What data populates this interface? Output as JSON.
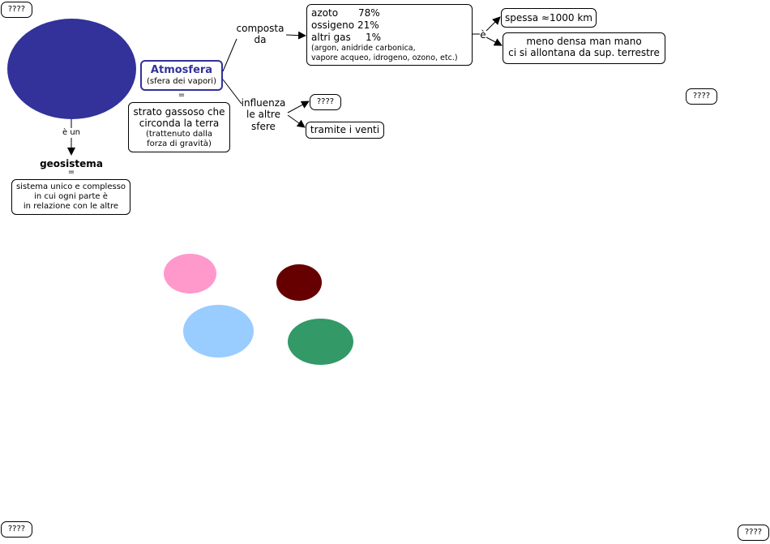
{
  "placeholders": {
    "top_left": "????",
    "right_mid": "????",
    "bottom_left": "????",
    "bottom_right": "????",
    "influence_target": "????"
  },
  "geosistema": {
    "link_label": "è un",
    "title": "geosistema",
    "equals": "=",
    "definition_lines": [
      "sistema unico e complesso",
      "in cui ogni parte è",
      "in relazione con le altre"
    ]
  },
  "atmosfera": {
    "title": "Atmosfera",
    "subtitle": "(sfera dei vapori)",
    "equals": "=",
    "definition_lines": [
      "strato gassoso che",
      "circonda la terra"
    ],
    "definition_note_lines": [
      "(trattenuto dalla",
      "forza di gravità)"
    ]
  },
  "composition": {
    "link_label_lines": [
      "composta",
      "da"
    ],
    "rows": [
      {
        "name": "azoto",
        "value": "78%"
      },
      {
        "name": "ossigeno",
        "value": "21%"
      },
      {
        "name": "altri gas",
        "value": "1%"
      }
    ],
    "note_lines": [
      "(argon, anidride carbonica,",
      "vapore acqueo, idrogeno, ozono, etc.)"
    ],
    "is_label": "è"
  },
  "properties": {
    "thickness": "spessa ≈1000 km",
    "density_lines": [
      "meno densa man mano",
      "ci si allontana da sup. terrestre"
    ]
  },
  "influence": {
    "link_label_lines": [
      "influenza",
      "le altre",
      "sfere"
    ],
    "via": "tramite i venti"
  },
  "colors": {
    "planet": "#32329a",
    "atmosfera_border": "#32329a",
    "atmosfera_title": "#32329a",
    "pink": "#ff99cc",
    "dark_red": "#660000",
    "light_blue": "#99ccff",
    "green": "#339966"
  }
}
